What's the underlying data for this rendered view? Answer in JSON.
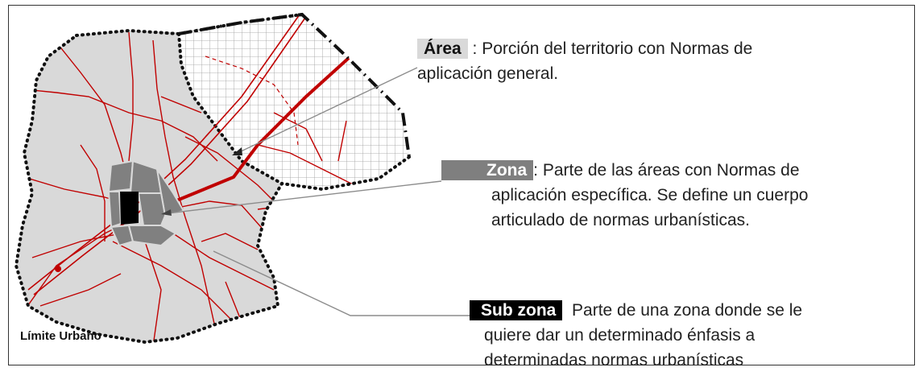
{
  "colors": {
    "area_fill": "#d9d9d9",
    "zona_fill": "#808080",
    "subzona_fill": "#000000",
    "roads": "#c00000",
    "leader": "#a6a6a6"
  },
  "map": {
    "limit_label": "Límite Urbano"
  },
  "definitions": [
    {
      "tag": "Área",
      "separator": " : ",
      "lines": [
        "Porción del territorio con Normas de",
        "aplicación general."
      ]
    },
    {
      "tag": "Zona",
      "separator": ": ",
      "lines": [
        "Parte de las áreas  con Normas de",
        "aplicación específica. Se define un cuerpo",
        "articulado de normas urbanísticas."
      ]
    },
    {
      "tag": "Sub zona",
      "separator": "  ",
      "lines": [
        "Parte de una zona donde  se le",
        "quiere dar un determinado énfasis a",
        "determinadas normas urbanísticas"
      ]
    }
  ]
}
